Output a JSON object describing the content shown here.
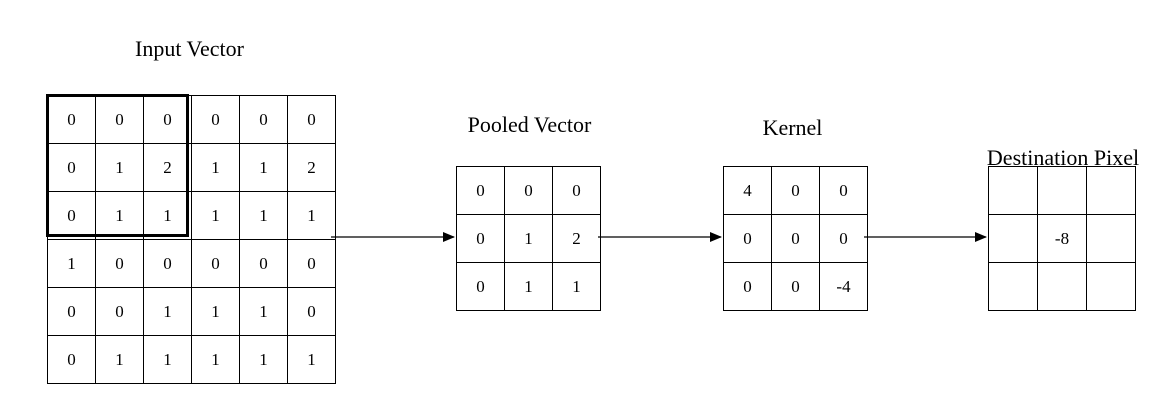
{
  "input": {
    "title": "Input Vector",
    "rows": [
      [
        "0",
        "0",
        "0",
        "0",
        "0",
        "0"
      ],
      [
        "0",
        "1",
        "2",
        "1",
        "1",
        "2"
      ],
      [
        "0",
        "1",
        "1",
        "1",
        "1",
        "1"
      ],
      [
        "1",
        "0",
        "0",
        "0",
        "0",
        "0"
      ],
      [
        "0",
        "0",
        "1",
        "1",
        "1",
        "0"
      ],
      [
        "0",
        "1",
        "1",
        "1",
        "1",
        "1"
      ]
    ]
  },
  "pooled": {
    "title": "Pooled Vector",
    "rows": [
      [
        "0",
        "0",
        "0"
      ],
      [
        "0",
        "1",
        "2"
      ],
      [
        "0",
        "1",
        "1"
      ]
    ]
  },
  "kernel": {
    "title": "Kernel",
    "rows": [
      [
        "4",
        "0",
        "0"
      ],
      [
        "0",
        "0",
        "0"
      ],
      [
        "0",
        "0",
        "-4"
      ]
    ]
  },
  "destination": {
    "title": "Destination Pixel",
    "rows": [
      [
        "",
        "",
        ""
      ],
      [
        "",
        "-8",
        ""
      ],
      [
        "",
        "",
        ""
      ]
    ]
  }
}
